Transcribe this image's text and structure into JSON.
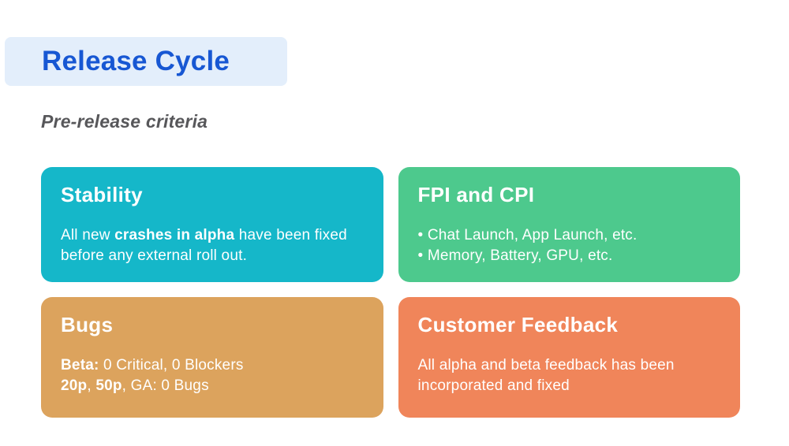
{
  "header": {
    "title": "Release Cycle",
    "subtitle": "Pre-release criteria"
  },
  "colors": {
    "title_text": "#1757d3",
    "title_highlight": "#e3eefb",
    "subtitle_text": "#57575a",
    "card_text": "#ffffff",
    "card_stability": "#15b7c9",
    "card_fpi_cpi": "#4dc98d",
    "card_bugs": "#dca35d",
    "card_customer_feedback": "#f0855a"
  },
  "cards": {
    "stability": {
      "title": "Stability",
      "body_pre": "All new ",
      "body_bold": "crashes in alpha",
      "body_post": " have been fixed before any external roll out."
    },
    "fpi_cpi": {
      "title": "FPI and CPI",
      "bullets": [
        "• Chat Launch, App Launch, etc.",
        "• Memory, Battery, GPU, etc."
      ]
    },
    "bugs": {
      "title": "Bugs",
      "line1_bold": "Beta:",
      "line1_rest": " 0 Critical, 0 Blockers",
      "line2_bold1": "20p",
      "line2_sep": ", ",
      "line2_bold2": "50p",
      "line2_rest": ", GA: 0 Bugs"
    },
    "customer_feedback": {
      "title": "Customer Feedback",
      "body": "All alpha and beta feedback has been incorporated and fixed"
    }
  }
}
